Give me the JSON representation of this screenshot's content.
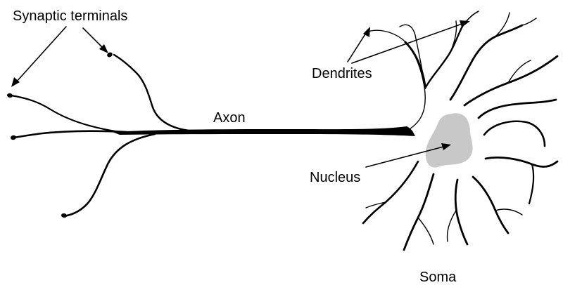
{
  "diagram": {
    "labels": {
      "synaptic_terminals": "Synaptic terminals",
      "dendrites": "Dendrites",
      "axon": "Axon",
      "nucleus": "Nucleus",
      "soma": "Soma"
    },
    "colors": {
      "line": "#000000",
      "nucleus_fill": "#c8c8c8",
      "background": "#ffffff"
    }
  }
}
